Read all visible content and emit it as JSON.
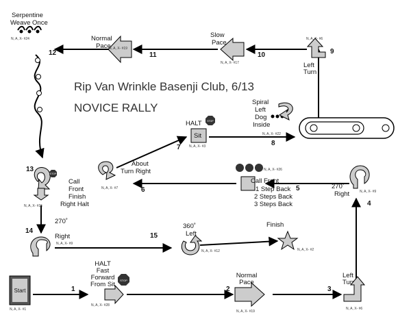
{
  "title": {
    "line1": "Rip Van Wrinkle Basenji Club, 6/13",
    "line2": "NOVICE RALLY"
  },
  "stations": [
    {
      "num": "1",
      "label": [
        "HALT",
        "Fast",
        "Forward",
        "From Sit"
      ],
      "code": "N, A, X- #28"
    },
    {
      "num": "2",
      "label": [
        "Normal",
        "Pace"
      ],
      "code": "N, A, X- #19"
    },
    {
      "num": "3",
      "label": [
        "Left",
        "Turn"
      ],
      "code": "N, A, X- #6"
    },
    {
      "num": "4",
      "label": [
        "270˚",
        "Right"
      ],
      "code": "N, A, X- #9"
    },
    {
      "num": "5",
      "label": [
        "Call Front",
        "1 Step Back",
        "2 Steps Back",
        "3 Steps Back"
      ],
      "code": "N, A, X- #26"
    },
    {
      "num": "6",
      "label": [
        "About",
        "Turn Right"
      ],
      "code": "N, A, X- #7"
    },
    {
      "num": "7",
      "label": [
        "HALT",
        "Sit"
      ],
      "code": "N, A, X- #3"
    },
    {
      "num": "8",
      "label": [
        "Spiral",
        "Left",
        "Dog",
        "Inside"
      ],
      "code": "N, A, X- #22"
    },
    {
      "num": "9",
      "label": [
        "Left",
        "Turn"
      ],
      "code": "N, A, X- #6"
    },
    {
      "num": "10",
      "label": [
        "Slow",
        "Pace"
      ],
      "code": "N, A, X- #17"
    },
    {
      "num": "11",
      "label": [
        "Normal",
        "Pace"
      ],
      "code": "N, A, X- #19"
    },
    {
      "num": "12",
      "label": [
        "Serpentine",
        "Weave Once"
      ],
      "code": "N, A, X- #24"
    },
    {
      "num": "13",
      "label": [
        "Call",
        "Front",
        "Finish",
        "Right Halt"
      ],
      "code": "N, A, X- #15"
    },
    {
      "num": "14",
      "label": [
        "270˚",
        "Right"
      ],
      "code": "N, A, X- #9"
    },
    {
      "num": "15",
      "label": [
        "360˚",
        "Left"
      ],
      "code": "N, A, X- #12"
    }
  ],
  "start": {
    "label": "Start",
    "code": "N, A, X- #1"
  },
  "finish": {
    "label": "Finish",
    "code": "N, A, X- #2"
  },
  "stop_text": "STOP"
}
